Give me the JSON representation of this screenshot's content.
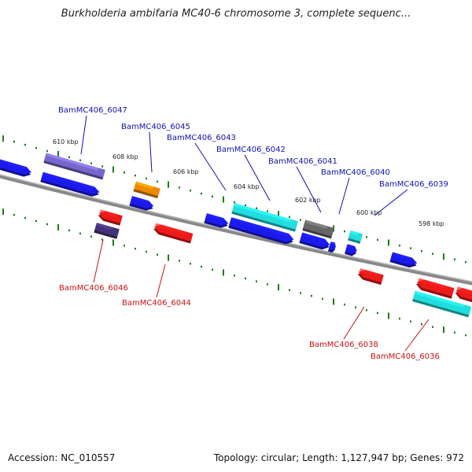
{
  "title": "Burkholderia ambifaria MC40-6 chromosome 3, complete sequenc...",
  "accession": "Accession: NC_010557",
  "topology": "Topology: circular; Length: 1,127,947 bp; Genes: 972",
  "kbp_labels": [
    "610 kbp",
    "608 kbp",
    "606 kbp",
    "604 kbp",
    "602 kbp",
    "600 kbp",
    "598 kbp"
  ],
  "gene_labels_top": [
    "BamMC406_6047",
    "BamMC406_6045",
    "BamMC406_6043",
    "BamMC406_6042",
    "BamMC406_6041",
    "BamMC406_6040",
    "BamMC406_6039"
  ],
  "gene_labels_bottom": [
    "BamMC406_6046",
    "BamMC406_6044",
    "BamMC406_6038",
    "BamMC406_6036"
  ],
  "colors": {
    "forward": "#1a1aee",
    "reverse": "#ee1a1a",
    "cyan": "#22dddd",
    "purple": "#7766cc",
    "dark_purple": "#443377",
    "orange": "#ee8800",
    "gray": "#666666",
    "backbone": "#888888",
    "ticks": "#1a7a1a",
    "label_top": "#1010b0",
    "label_bottom": "#cc1010"
  }
}
